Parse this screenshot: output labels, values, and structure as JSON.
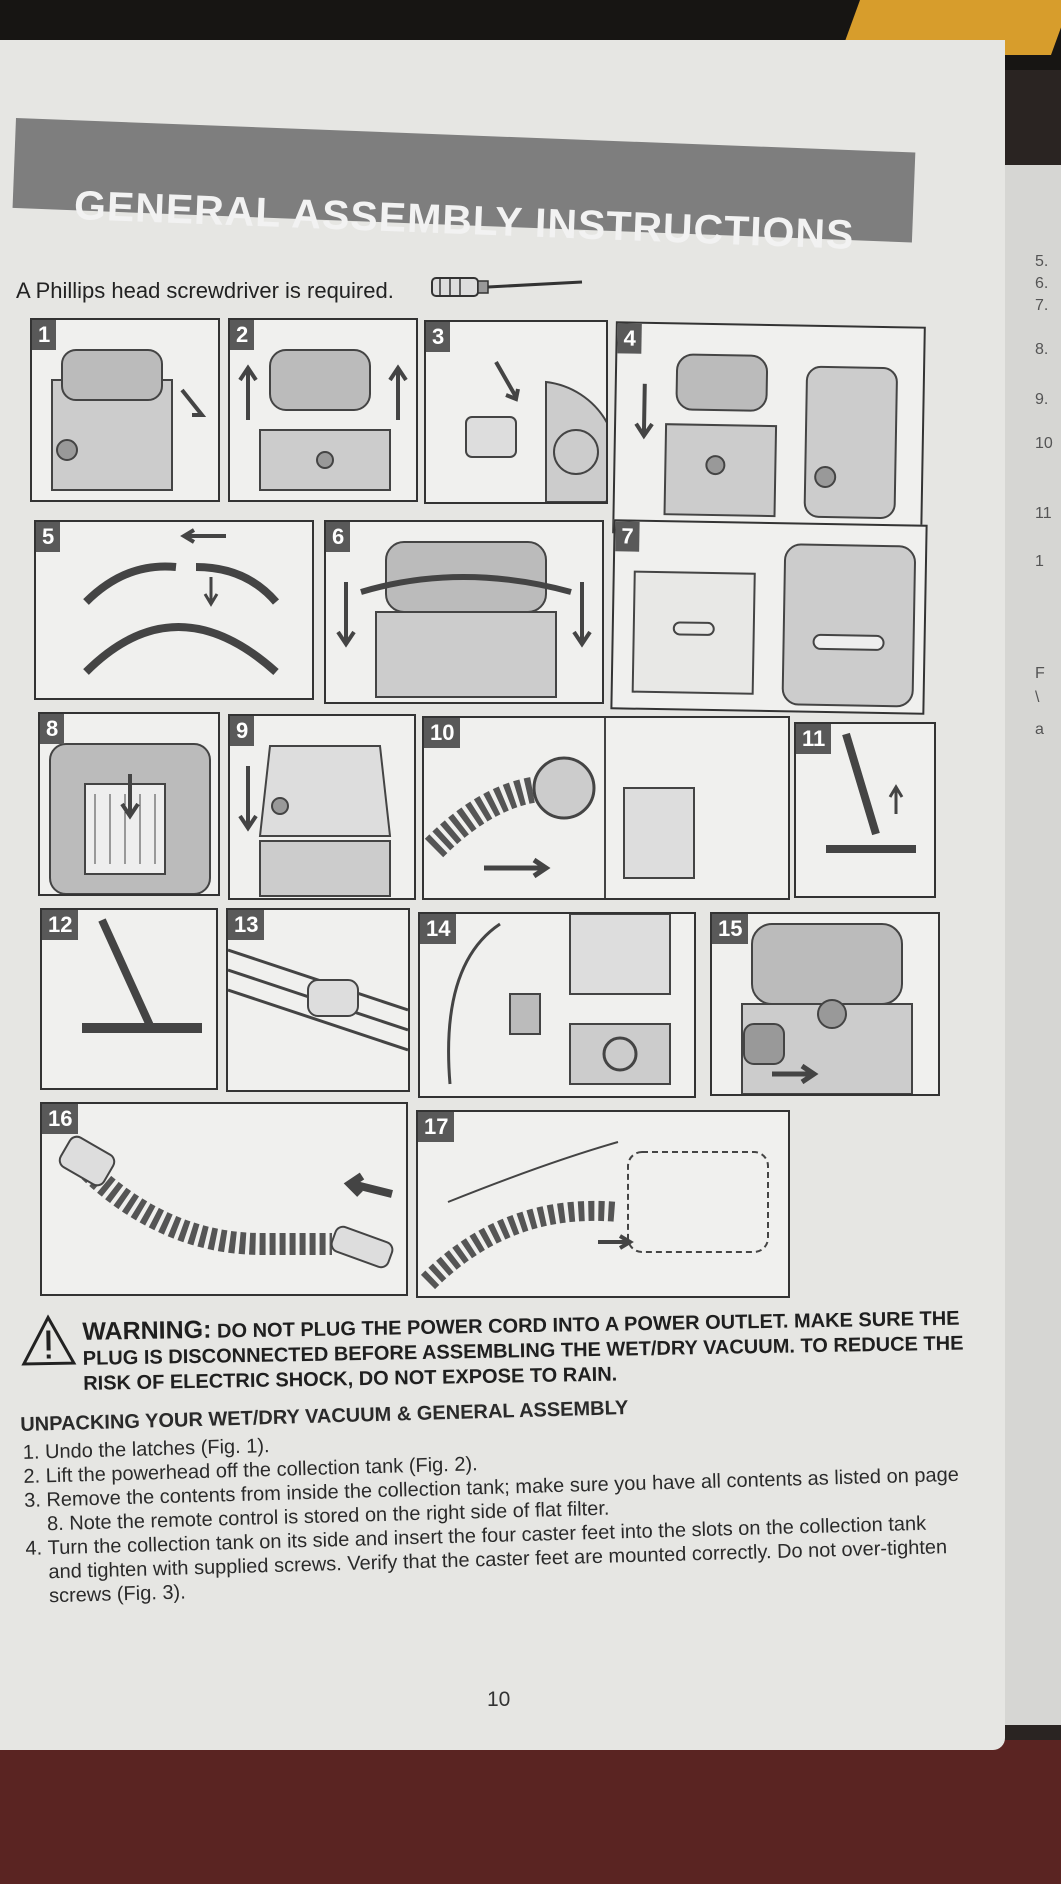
{
  "header": {
    "title": "GENERAL ASSEMBLY INSTRUCTIONS",
    "requirement": "A Phillips head screwdriver is required."
  },
  "figures": [
    "1",
    "2",
    "3",
    "4",
    "5",
    "6",
    "7",
    "8",
    "9",
    "10",
    "11",
    "12",
    "13",
    "14",
    "15",
    "16",
    "17"
  ],
  "warning": {
    "label": "WARNING:",
    "text": "DO NOT PLUG THE POWER CORD INTO A POWER OUTLET. MAKE SURE THE PLUG IS DISCONNECTED BEFORE ASSEMBLING THE WET/DRY VACUUM. TO REDUCE THE RISK OF ELECTRIC SHOCK, DO NOT EXPOSE TO RAIN."
  },
  "section": {
    "heading": "UNPACKING YOUR WET/DRY VACUUM & GENERAL ASSEMBLY",
    "steps": [
      "Undo the latches (Fig. 1).",
      "Lift the powerhead off the collection tank (Fig. 2).",
      "Remove the contents from inside the collection tank; make sure you have all contents as listed on page 8. Note the remote control is stored on the right side of flat filter.",
      "Turn the collection tank on its side and insert the four caster feet into the slots on the collection tank and tighten with supplied screws. Verify that the caster feet are mounted correctly. Do not over-tighten screws (Fig. 3)."
    ]
  },
  "page_number": "10",
  "right_page": {
    "items": [
      "5.",
      "6.",
      "7.",
      "8.",
      "9.",
      "10",
      "11",
      "1",
      "F",
      "\\",
      "a"
    ]
  }
}
